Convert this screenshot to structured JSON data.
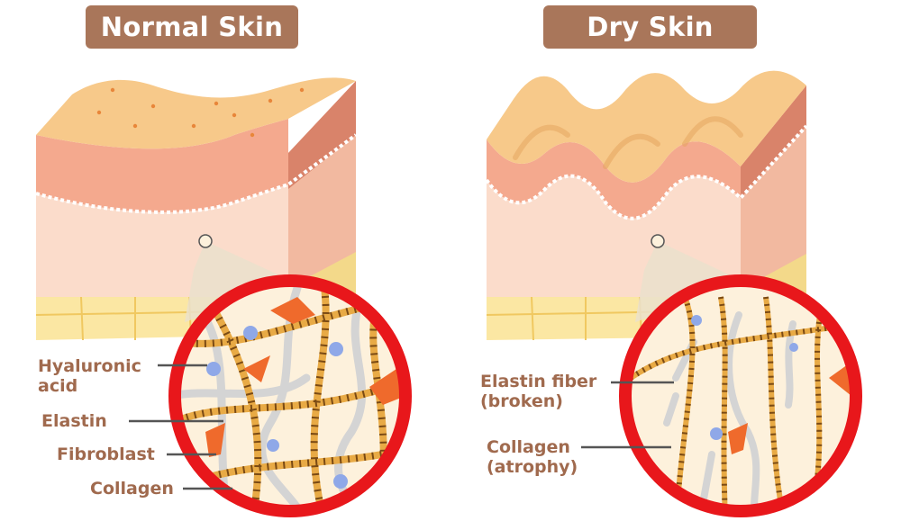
{
  "panels": {
    "normal": {
      "title": "Normal Skin",
      "labels": {
        "hyaluronic_line1": "Hyaluronic",
        "hyaluronic_line2": "acid",
        "elastin": "Elastin",
        "fibroblast": "Fibroblast",
        "collagen": "Collagen"
      }
    },
    "dry": {
      "title": "Dry Skin",
      "labels": {
        "elastin_line1": "Elastin fiber",
        "elastin_line2": "(broken)",
        "collagen_line1": "Collagen",
        "collagen_line2": "(atrophy)"
      }
    }
  },
  "colors": {
    "title_bg": "#a9765a",
    "label_text": "#a06a4e",
    "leader_line": "#555555",
    "epidermis_top": "#f7c98a",
    "epidermis_front": "#f4a98e",
    "dermis": "#fad9c6",
    "side_dark": "#d9836a",
    "fat": "#fbe7a3",
    "magnifier_ring": "#e8171b",
    "magnifier_bg": "#fdf1dc",
    "collagen": "#e8aa45",
    "collagen_stripe": "#7a4a14",
    "elastin": "#d9d9d9",
    "fibroblast": "#ef6a2c",
    "hyaluronic": "#8fa8e8"
  }
}
